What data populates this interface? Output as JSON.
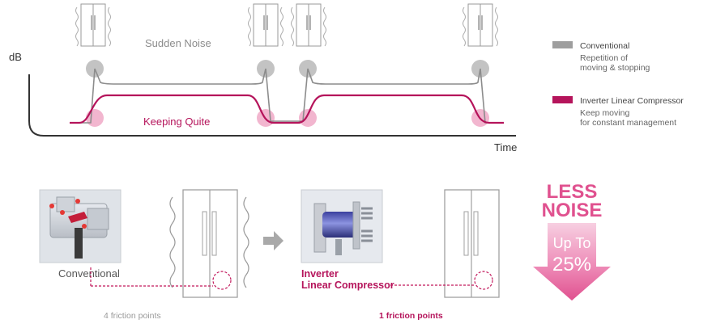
{
  "graph": {
    "y_axis_label": "dB",
    "x_axis_label": "Time",
    "conventional_curve_label": "Sudden Noise",
    "inverter_curve_label": "Keeping Quite"
  },
  "legend": {
    "conventional": {
      "name": "Conventional",
      "desc_line1": "Repetition of",
      "desc_line2": "moving & stopping",
      "color": "#9e9e9e"
    },
    "inverter": {
      "name": "Inverter Linear Compressor",
      "desc_line1": "Keep moving",
      "desc_line2": "for constant management",
      "color": "#b5145b"
    }
  },
  "comparison": {
    "conventional_label": "Conventional",
    "conventional_friction": "4 friction points",
    "inverter_label_line1": "Inverter",
    "inverter_label_line2": "Linear Compressor",
    "inverter_friction": "1 friction points"
  },
  "badge": {
    "line1": "LESS",
    "line2": "NOISE",
    "line3": "Up To",
    "line4": "25%",
    "color": "#e0518f"
  }
}
